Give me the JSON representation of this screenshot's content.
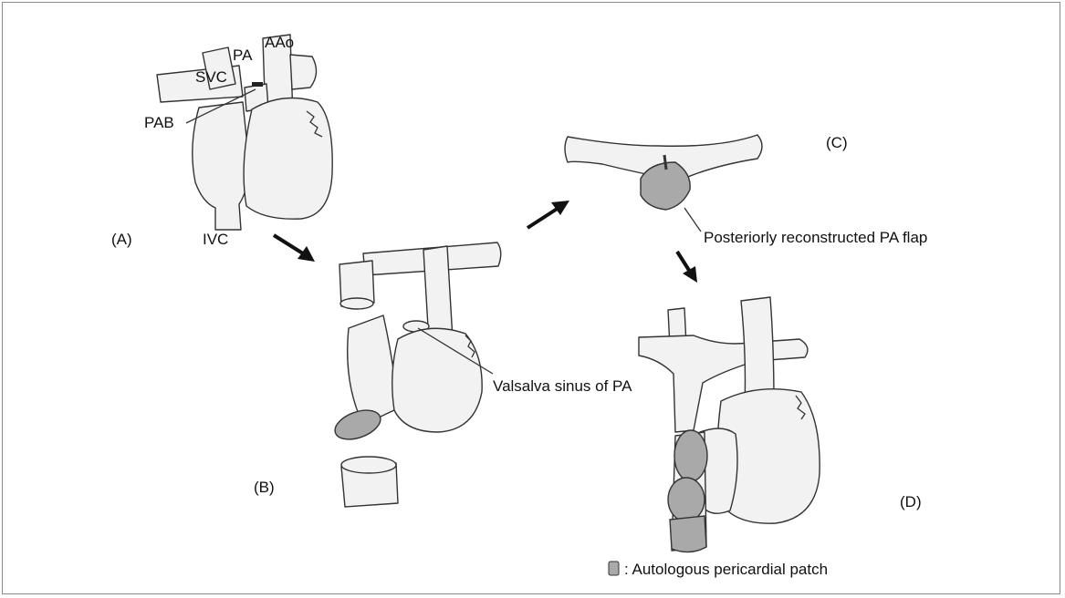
{
  "panel_a": {
    "label": "(A)",
    "aao": "AAo",
    "pa": "PA",
    "svc": "SVC",
    "pab": "PAB",
    "ivc": "IVC"
  },
  "panel_b": {
    "label": "(B)",
    "valsalva": "Valsalva sinus of PA"
  },
  "panel_c": {
    "label": "(C)",
    "flap": "Posteriorly reconstructed PA flap"
  },
  "panel_d": {
    "label": "(D)"
  },
  "legend": {
    "text": ": Autologous pericardial patch",
    "swatch_color": "#a9a9a9"
  }
}
